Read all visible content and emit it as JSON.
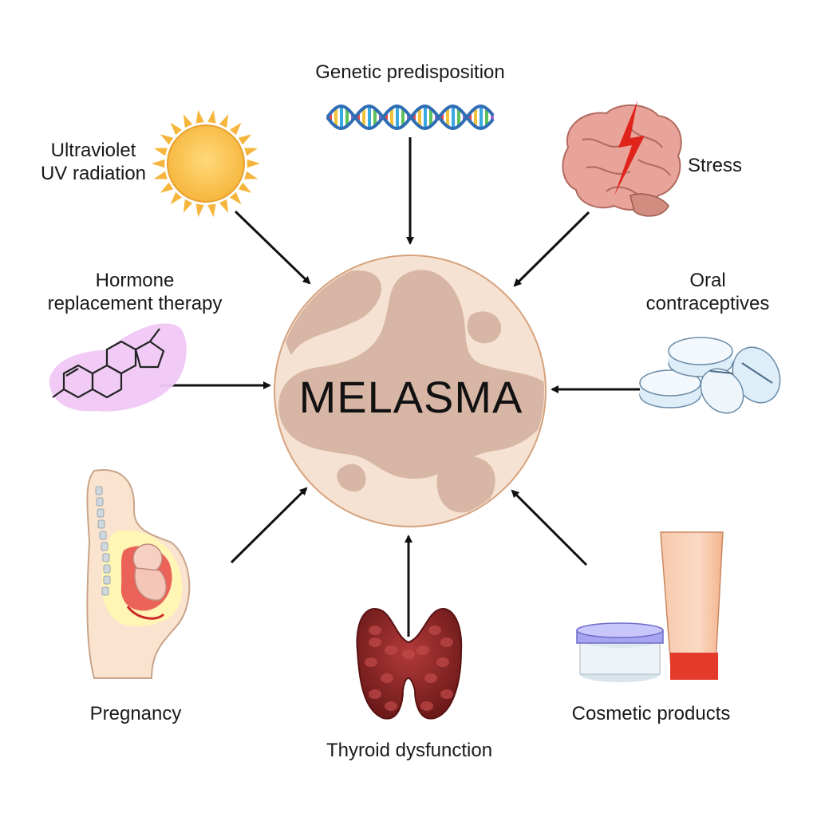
{
  "diagram": {
    "center": {
      "title": "MELASMA",
      "fill": "#f6e2d2",
      "patch": "#d9b8a8",
      "ring": "#d6a27e"
    },
    "factors": [
      {
        "id": "uv",
        "lines": [
          "Ultraviolet",
          "UV radiation"
        ],
        "icon": "sun-icon"
      },
      {
        "id": "genetic",
        "lines": [
          "Genetic predisposition"
        ],
        "icon": "dna-icon"
      },
      {
        "id": "stress",
        "lines": [
          "Stress"
        ],
        "icon": "brain-icon"
      },
      {
        "id": "hrt",
        "lines": [
          "Hormone",
          "replacement therapy"
        ],
        "icon": "steroid-molecule-icon"
      },
      {
        "id": "oral",
        "lines": [
          "Oral",
          "contraceptives"
        ],
        "icon": "pills-icon"
      },
      {
        "id": "pregnancy",
        "lines": [
          "Pregnancy"
        ],
        "icon": "pregnant-woman-icon"
      },
      {
        "id": "thyroid",
        "lines": [
          "Thyroid dysfunction"
        ],
        "icon": "thyroid-icon"
      },
      {
        "id": "cosmetic",
        "lines": [
          "Cosmetic products"
        ],
        "icon": "cosmetics-icon"
      }
    ]
  }
}
